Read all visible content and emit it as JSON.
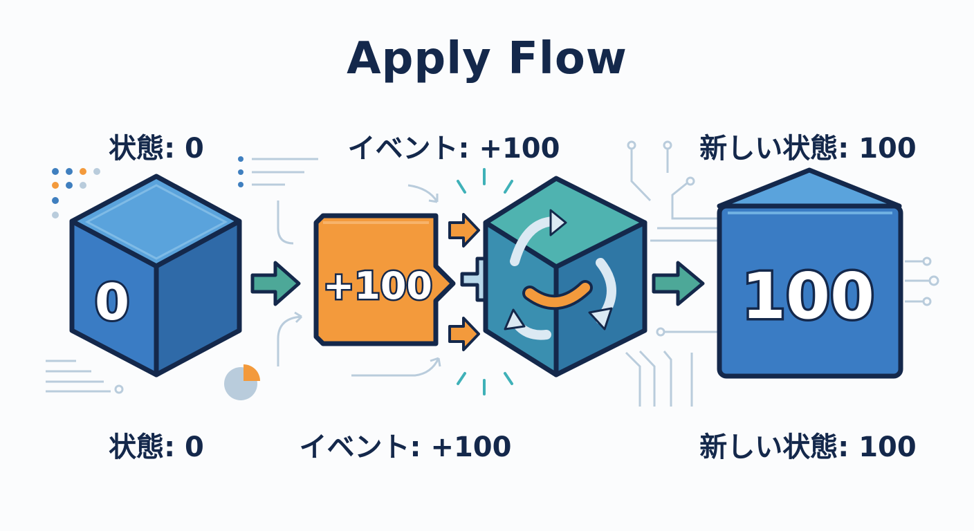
{
  "title": "Apply Flow",
  "labels_top": {
    "state": "状態: 0",
    "event": "イベント: +100",
    "new_state": "新しい状態: 100"
  },
  "labels_bottom": {
    "state": "状態: 0",
    "event": "イベント: +100",
    "new_state": "新しい状態: 100"
  },
  "blocks": {
    "initial_value": "0",
    "event_value": "+100",
    "result_value": "100"
  },
  "colors": {
    "navy": "#14284b",
    "blue": "#3a7cc4",
    "blue_light": "#5aa3dc",
    "teal": "#3f9fb0",
    "orange": "#f39a3c",
    "arrow_green": "#4da898",
    "line_light": "#b9ccdc"
  }
}
